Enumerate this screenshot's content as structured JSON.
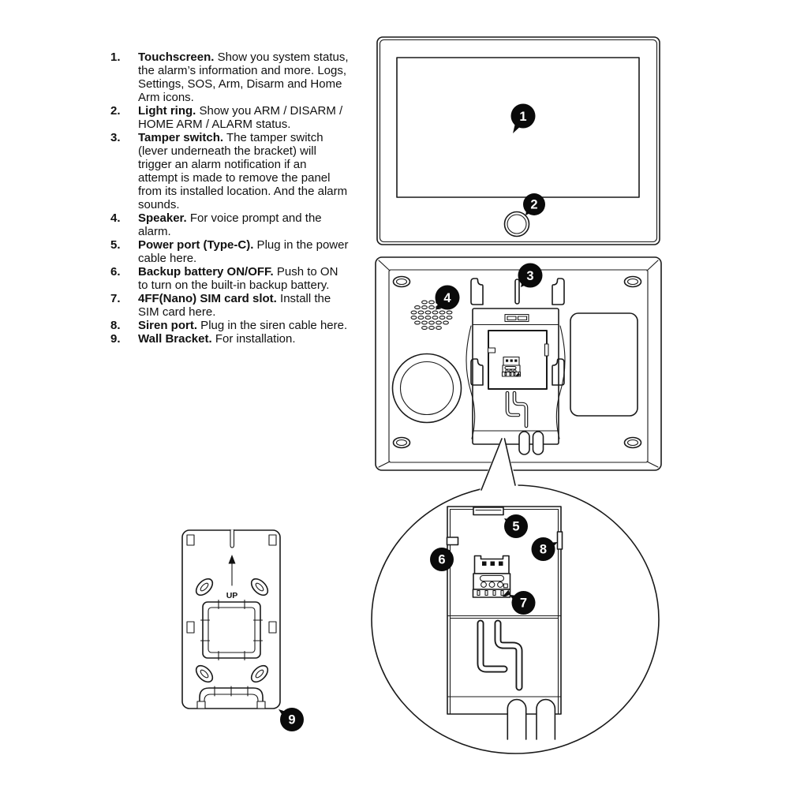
{
  "page": {
    "background": "#ffffff",
    "ink": "#1a1a1a"
  },
  "parts_list": {
    "items": [
      {
        "num": "1.",
        "term": "Touchscreen.",
        "desc": " Show you system status, the alarm’s information and more. Logs, Settings, SOS, Arm, Disarm and Home Arm icons."
      },
      {
        "num": "2.",
        "term": "Light ring.",
        "desc": " Show you ARM / DISARM / HOME ARM / ALARM status."
      },
      {
        "num": "3.",
        "term": "Tamper switch.",
        "desc": " The tamper switch (lever underneath the bracket) will trigger an alarm notification if an attempt is made to remove the panel from its installed location. And the alarm sounds."
      },
      {
        "num": "4.",
        "term": "Speaker.",
        "desc": " For voice prompt and the alarm."
      },
      {
        "num": "5.",
        "term": "Power port (Type-C).",
        "desc": " Plug in the power cable here."
      },
      {
        "num": "6.",
        "term": "Backup battery ON/OFF.",
        "desc": " Push to ON to turn on the built-in backup battery."
      },
      {
        "num": "7.",
        "term": "4FF(Nano) SIM card slot.",
        "desc": " Install the SIM card here."
      },
      {
        "num": "8.",
        "term": "Siren port.",
        "desc": " Plug in the siren cable here."
      },
      {
        "num": "9.",
        "term": "Wall Bracket.",
        "desc": " For installation."
      }
    ]
  },
  "diagram": {
    "callouts": [
      "1",
      "2",
      "3",
      "4",
      "5",
      "6",
      "7",
      "8",
      "9"
    ],
    "bracket_up_label": "UP"
  }
}
